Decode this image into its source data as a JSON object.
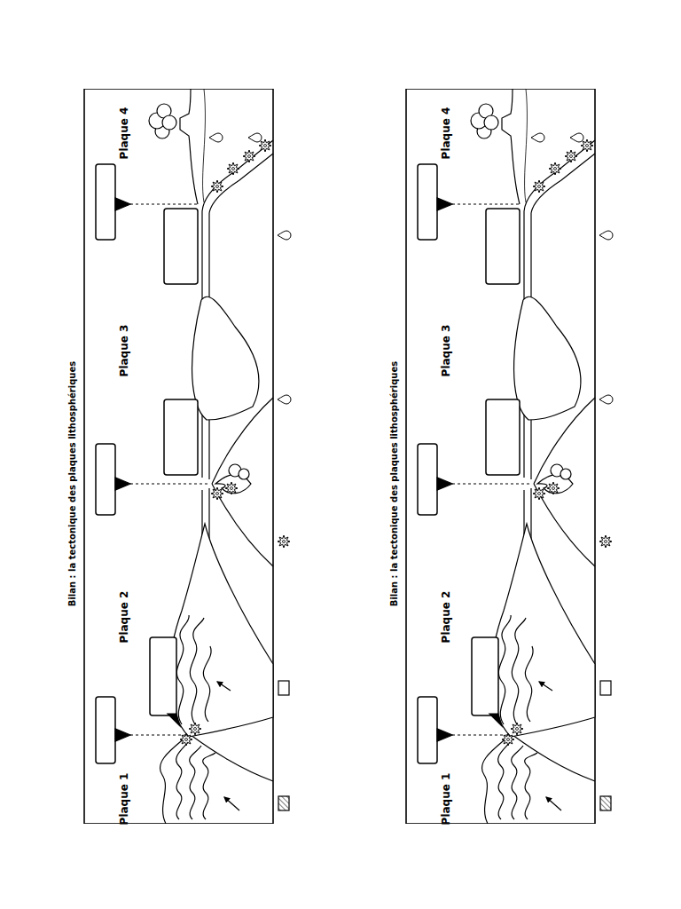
{
  "diagram": {
    "title": "Bilan : la tectonique des plaques lithosphériques",
    "labels": [
      "Plaque 1",
      "Plaque 2",
      "Plaque 3",
      "Plaque 4",
      "Bilan : la tectonique des plaques lithosphériques",
      "Plaque 1",
      "Plaque 2",
      "Plaque 3",
      "Plaque 4"
    ]
  }
}
